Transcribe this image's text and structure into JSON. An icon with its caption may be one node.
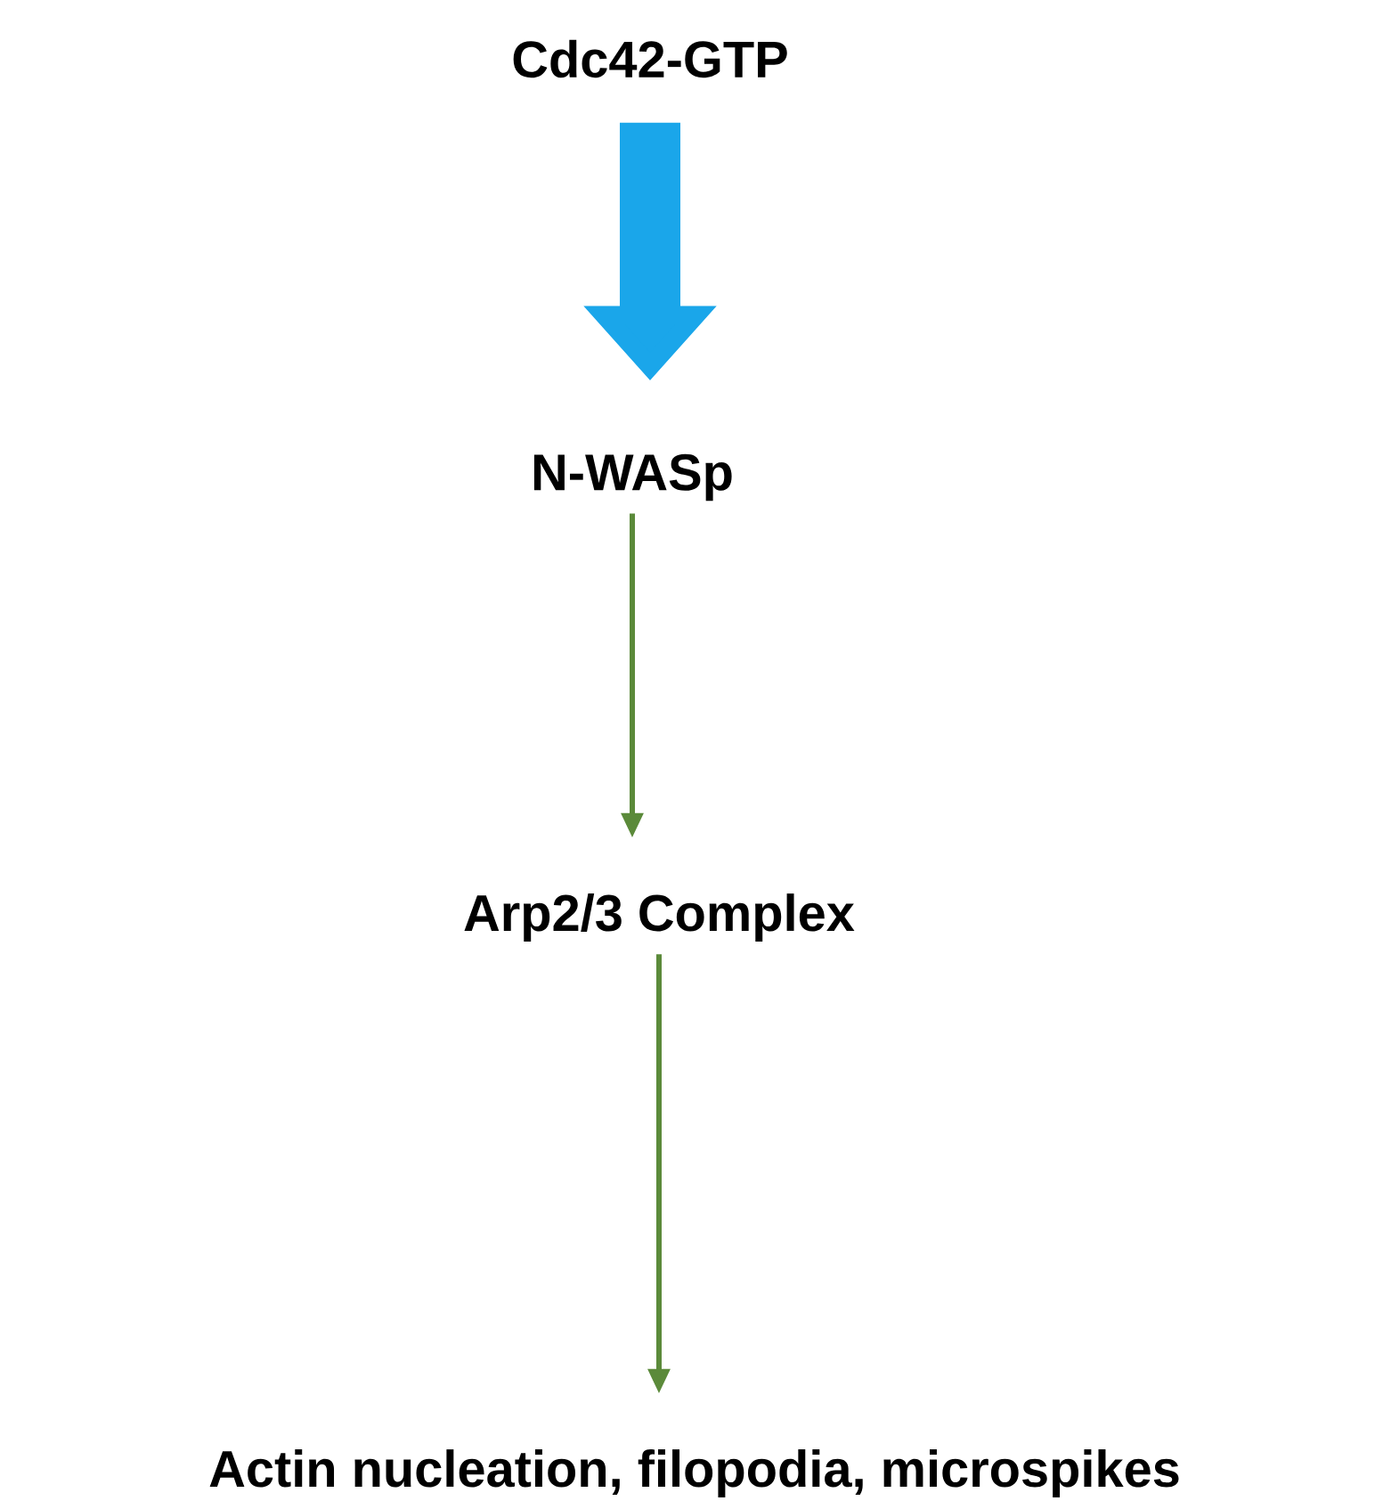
{
  "diagram": {
    "nodes": [
      {
        "text": [
          "Cdc42-GTP"
        ]
      },
      {
        "text": [
          "N-WASp"
        ]
      },
      {
        "text": [
          "Arp2/3 Complex"
        ]
      },
      {
        "text": [
          "Actin nucleation, filopodia, microspikes"
        ]
      }
    ],
    "edges": [
      {
        "from": 0,
        "to": 1,
        "arrow": "to",
        "style": "thick",
        "color": "#1aa6ea"
      },
      {
        "from": 1,
        "to": 2,
        "arrow": "to"
      },
      {
        "from": 2,
        "to": 3,
        "arrow": "to"
      }
    ]
  }
}
